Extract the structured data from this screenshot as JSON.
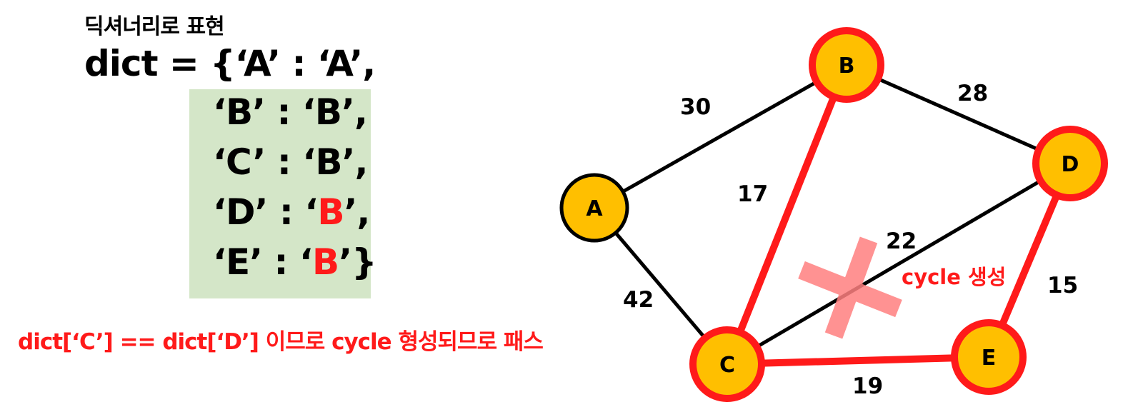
{
  "caption": "딕셔너리로 표현",
  "dict": {
    "first_line": "dict = {‘A’ : ‘A’,",
    "entries": [
      {
        "key": "‘B’ : ",
        "q1": "‘",
        "value": "B",
        "q2": "’,"
      },
      {
        "key": "‘C’ : ",
        "q1": "‘",
        "value": "B",
        "q2": "’,"
      },
      {
        "key": "‘D’ : ",
        "q1": "‘",
        "value": "B",
        "q2": "’,"
      },
      {
        "key": "‘E’ : ",
        "q1": "‘",
        "value": "B",
        "q2": "’}"
      }
    ]
  },
  "note": "dict[‘C’] == dict[‘D’] 이므로 cycle 형성되므로 패스",
  "graph": {
    "nodes": [
      {
        "id": "A",
        "label": "A"
      },
      {
        "id": "B",
        "label": "B"
      },
      {
        "id": "C",
        "label": "C"
      },
      {
        "id": "D",
        "label": "D"
      },
      {
        "id": "E",
        "label": "E"
      }
    ],
    "edges": [
      {
        "from": "A",
        "to": "B",
        "weight": "30",
        "selected": false
      },
      {
        "from": "B",
        "to": "D",
        "weight": "28",
        "selected": false
      },
      {
        "from": "B",
        "to": "C",
        "weight": "17",
        "selected": true
      },
      {
        "from": "C",
        "to": "D",
        "weight": "22",
        "selected": false
      },
      {
        "from": "A",
        "to": "C",
        "weight": "42",
        "selected": false
      },
      {
        "from": "D",
        "to": "E",
        "weight": "15",
        "selected": true
      },
      {
        "from": "C",
        "to": "E",
        "weight": "19",
        "selected": true
      }
    ],
    "cycle_label": "cycle 생성"
  },
  "colors": {
    "node_fill": "#ffbf00",
    "selected": "#ff1a1a",
    "normal_edge": "#000000",
    "highlight_box": "#d4e6c8",
    "cross": "#ff8080"
  }
}
